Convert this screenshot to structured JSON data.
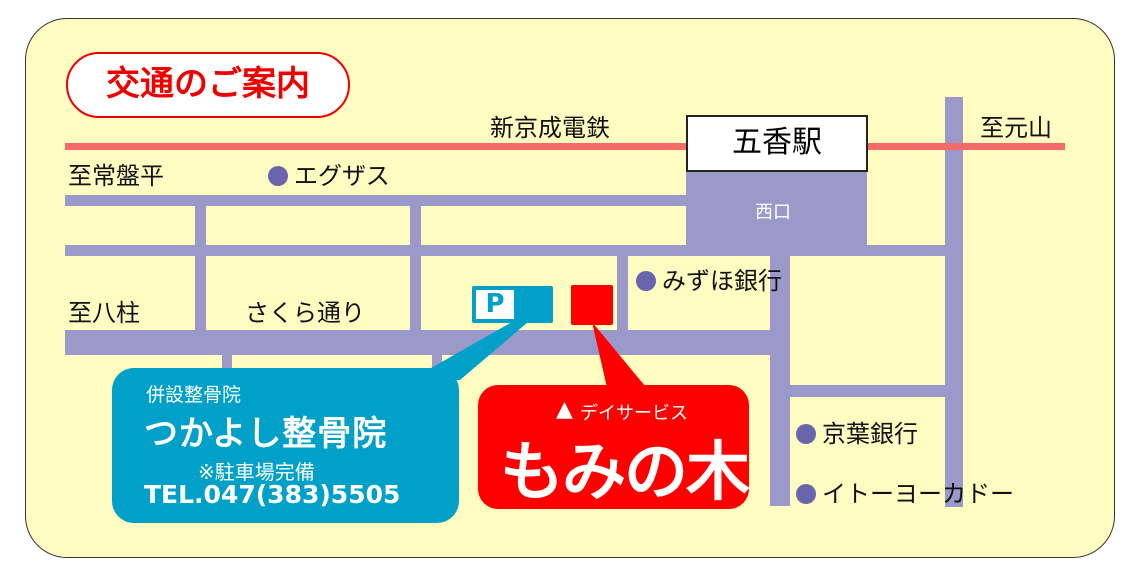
{
  "title": "交通のご案内",
  "railway": {
    "name": "新京成電鉄",
    "to_right": "至元山"
  },
  "station": {
    "name": "五香駅",
    "exit": "西口"
  },
  "directions": {
    "tokiwadaira": "至常盤平",
    "yabashira": "至八柱"
  },
  "street": "さくら通り",
  "landmarks": [
    "エグザス",
    "みずほ銀行",
    "京葉銀行",
    "イトーヨーカドー"
  ],
  "parking": {
    "symbol": "P"
  },
  "clinic": {
    "sub": "併設整骨院",
    "name": "つかよし整骨院",
    "note": "※駐車場完備",
    "tel": "TEL.047(383)5505"
  },
  "facility": {
    "tagline": "デイサービス",
    "name": "もみの木"
  },
  "colors": {
    "road": "#9b99c9",
    "rail": "#f86a6a",
    "clinic": "#00a0c8",
    "facility": "#ff0000",
    "background": "#fffcc2"
  }
}
